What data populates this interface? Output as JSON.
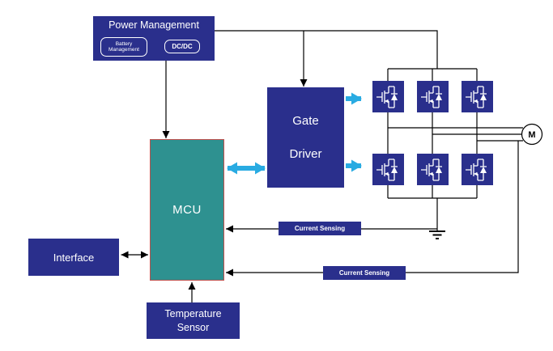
{
  "blocks": {
    "power_management": {
      "title": "Power Management",
      "battery_line1": "Battery",
      "battery_line2": "Management",
      "dcdc": "DC/DC"
    },
    "gate_driver": {
      "line1": "Gate",
      "line2": "Driver"
    },
    "mcu": {
      "label": "MCU"
    },
    "interface": {
      "label": "Interface"
    },
    "temperature_sensor": {
      "line1": "Temperature",
      "line2": "Sensor"
    },
    "current_sensing_top": {
      "label": "Current Sensing"
    },
    "current_sensing_bottom": {
      "label": "Current Sensing"
    },
    "motor": {
      "label": "M"
    }
  },
  "inverter": {
    "transistor_count": 6,
    "rows": 2,
    "columns": 3
  },
  "colors": {
    "navy": "#2a2f8c",
    "teal": "#2e9190",
    "mcu_border": "#c0504d",
    "signal_cyan": "#29abe2",
    "wire": "#000000",
    "background": "#ffffff"
  }
}
